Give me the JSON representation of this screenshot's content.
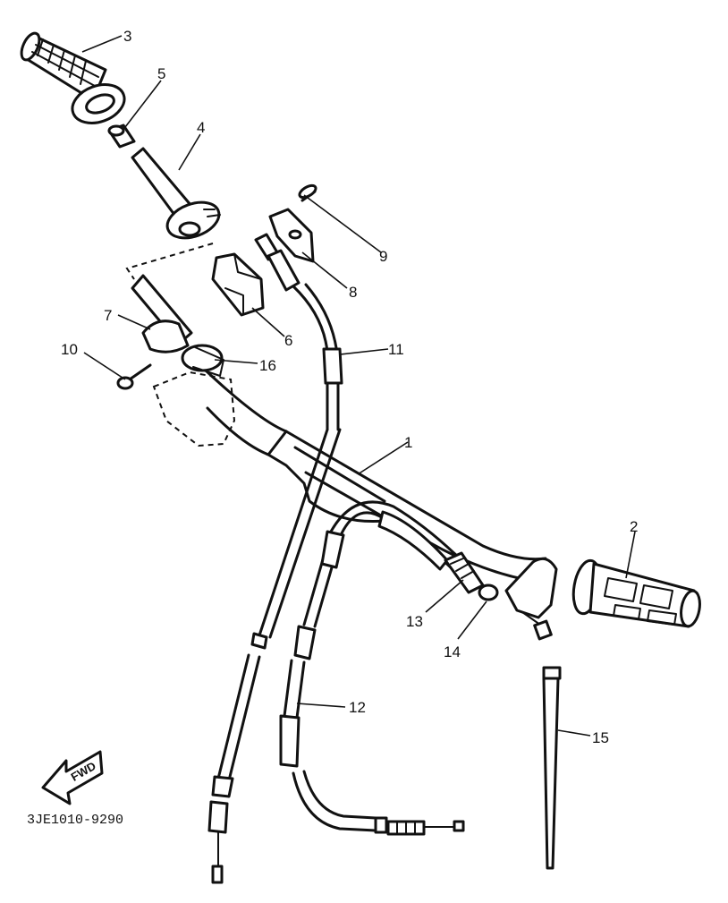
{
  "diagram": {
    "drawing_code": "3JE1010-9290",
    "direction_label": "FWD",
    "callouts": {
      "handlebar": "1",
      "grip_right": "2",
      "grip_left": "3",
      "throttle_tube": "4",
      "collar": "5",
      "throttle_cap": "6",
      "throttle_housing": "7",
      "lever_holder": "8",
      "screw_9": "9",
      "screw_10": "10",
      "cable_11": "11",
      "cable_12": "12",
      "adjuster_13": "13",
      "locknut_14": "14",
      "cable_tie_15": "15",
      "part_16": "16"
    }
  }
}
